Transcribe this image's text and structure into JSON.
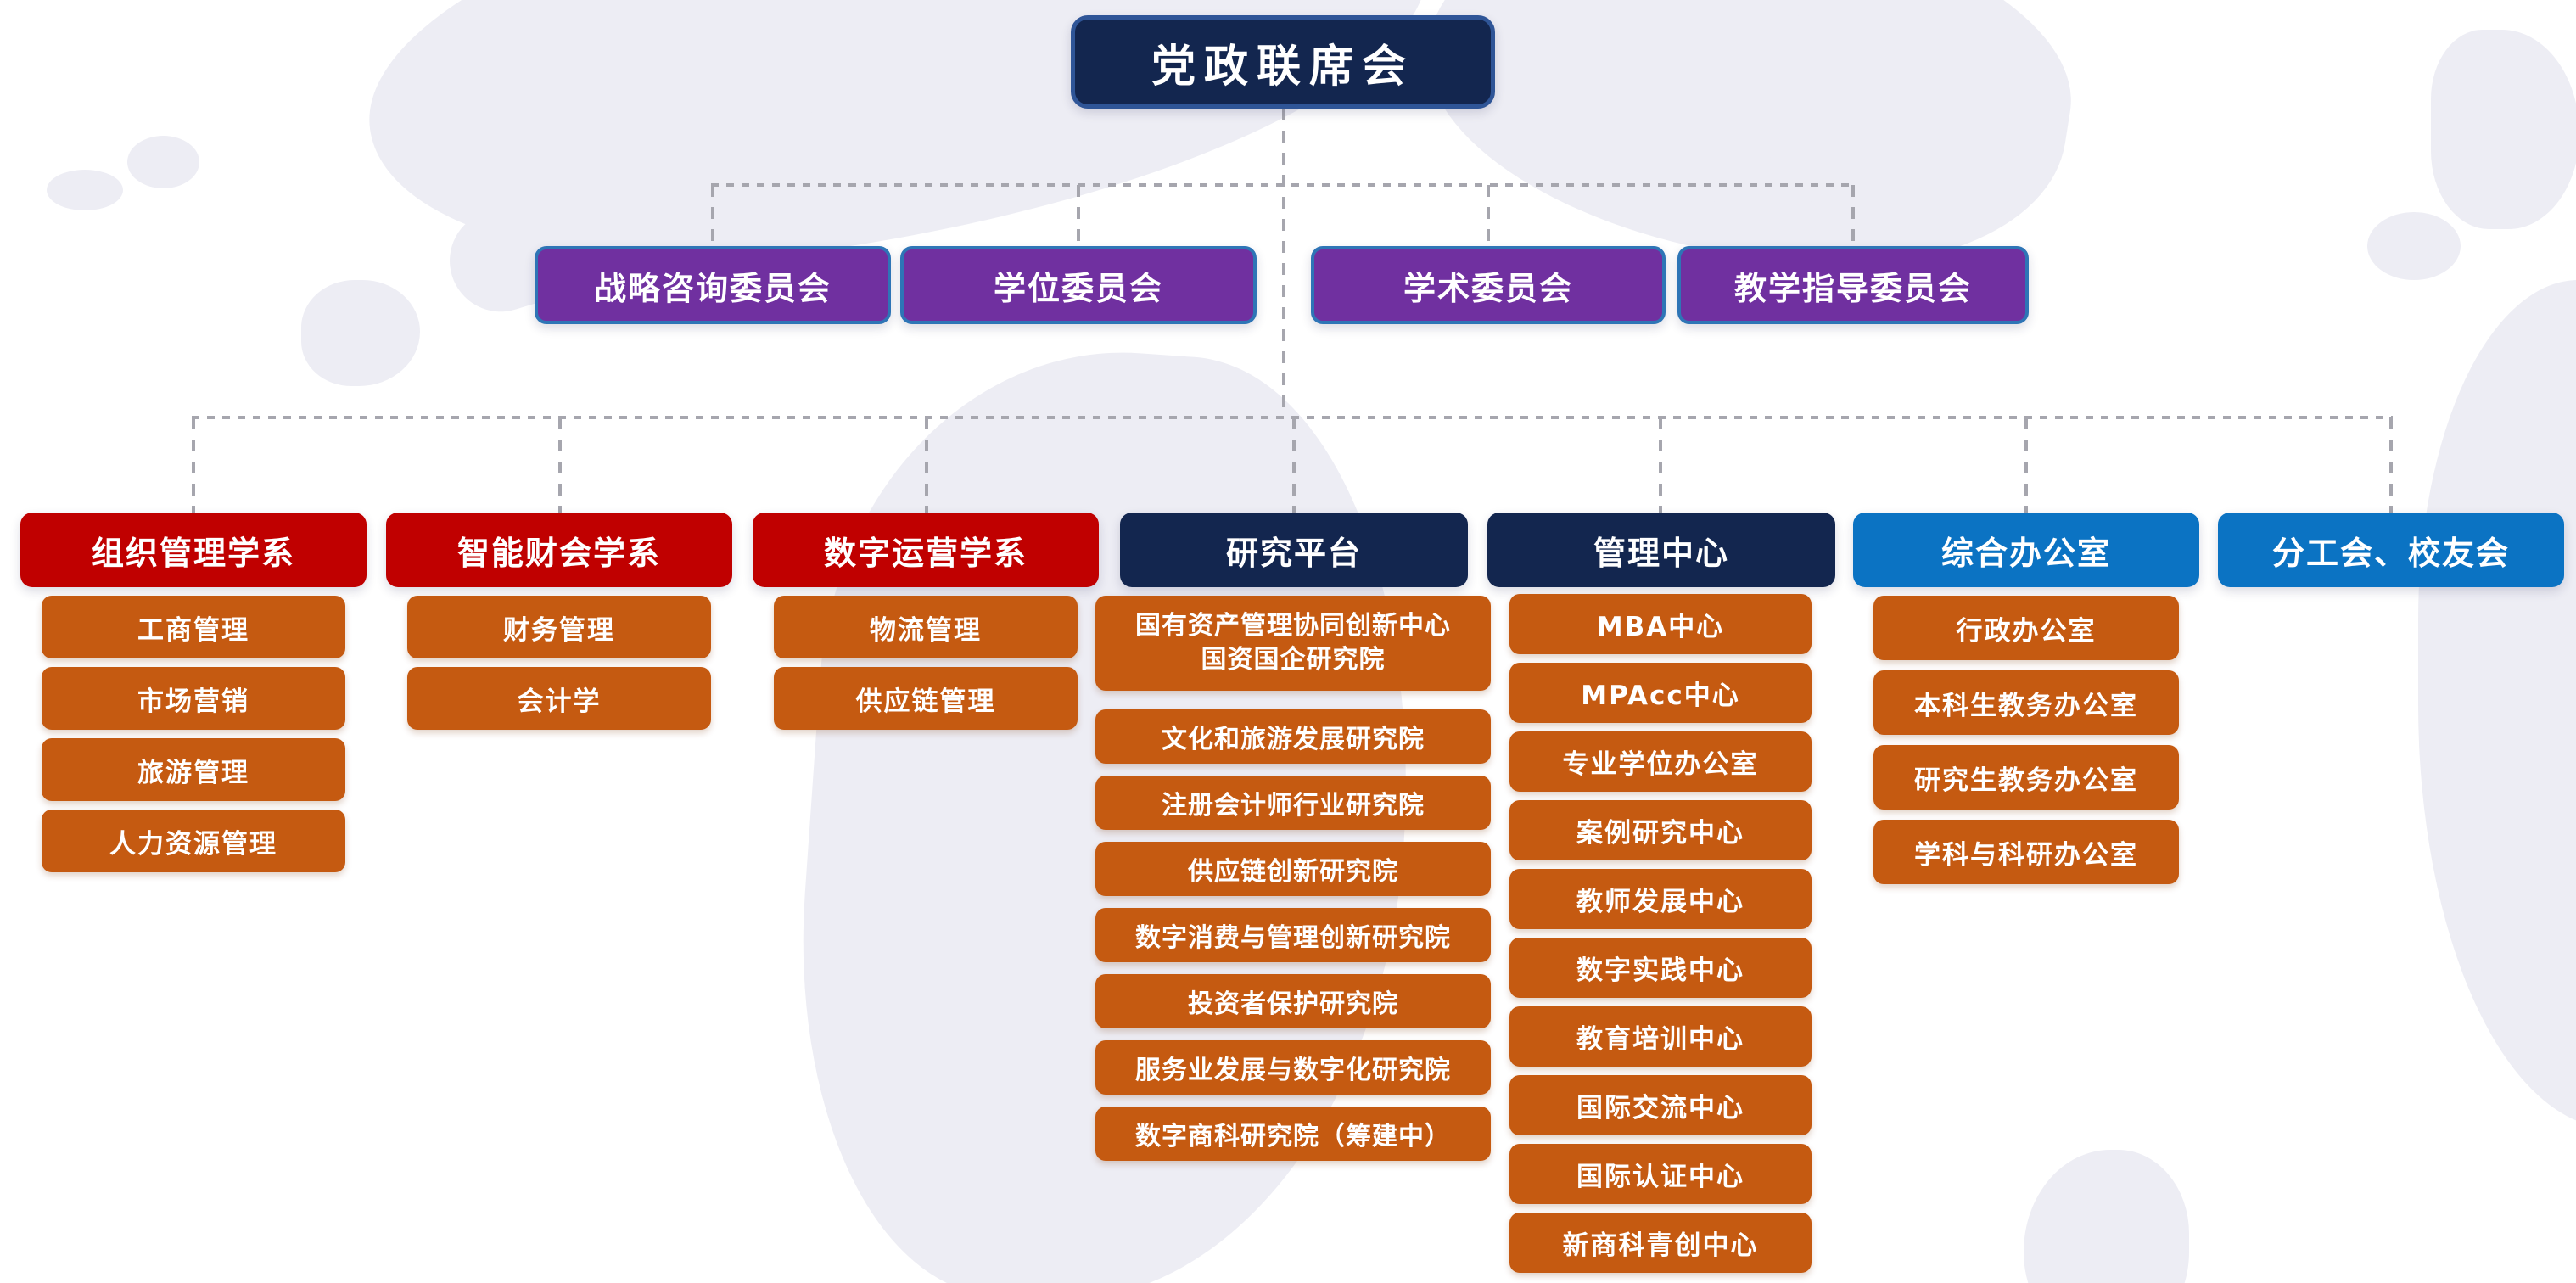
{
  "root": {
    "label": "党政联席会"
  },
  "committees": [
    "战略咨询委员会",
    "学位委员会",
    "学术委员会",
    "教学指导委员会"
  ],
  "columns": [
    {
      "label": "组织管理学系",
      "children": [
        "工商管理",
        "市场营销",
        "旅游管理",
        "人力资源管理"
      ]
    },
    {
      "label": "智能财会学系",
      "children": [
        "财务管理",
        "会计学"
      ]
    },
    {
      "label": "数字运营学系",
      "children": [
        "物流管理",
        "供应链管理"
      ]
    },
    {
      "label": "研究平台",
      "children": [
        {
          "line1": "国有资产管理协同创新中心",
          "line2": "国资国企研究院"
        },
        "文化和旅游发展研究院",
        "注册会计师行业研究院",
        "供应链创新研究院",
        "数字消费与管理创新研究院",
        "投资者保护研究院",
        "服务业发展与数字化研究院",
        "数字商科研究院（筹建中）"
      ]
    },
    {
      "label": "管理中心",
      "children": [
        "MBA中心",
        "MPAcc中心",
        "专业学位办公室",
        "案例研究中心",
        "教师发展中心",
        "数字实践中心",
        "教育培训中心",
        "国际交流中心",
        "国际认证中心",
        "新商科青创中心"
      ]
    },
    {
      "label": "综合办公室",
      "children": [
        "行政办公室",
        "本科生教务办公室",
        "研究生教务办公室",
        "学科与科研办公室"
      ]
    },
    {
      "label": "分工会、校友会",
      "children": []
    }
  ],
  "colors": {
    "navy": "#13264F",
    "navy-border": "#2F5597",
    "purple": "#7030A0",
    "purple-border": "#2E75B6",
    "red": "#C00000",
    "blue": "#0B73C3",
    "orange": "#C55A11",
    "connector": "#A6A6AE",
    "map": "#EDEDF4",
    "text": "#FFFFFF",
    "background": "#FFFFFF"
  }
}
